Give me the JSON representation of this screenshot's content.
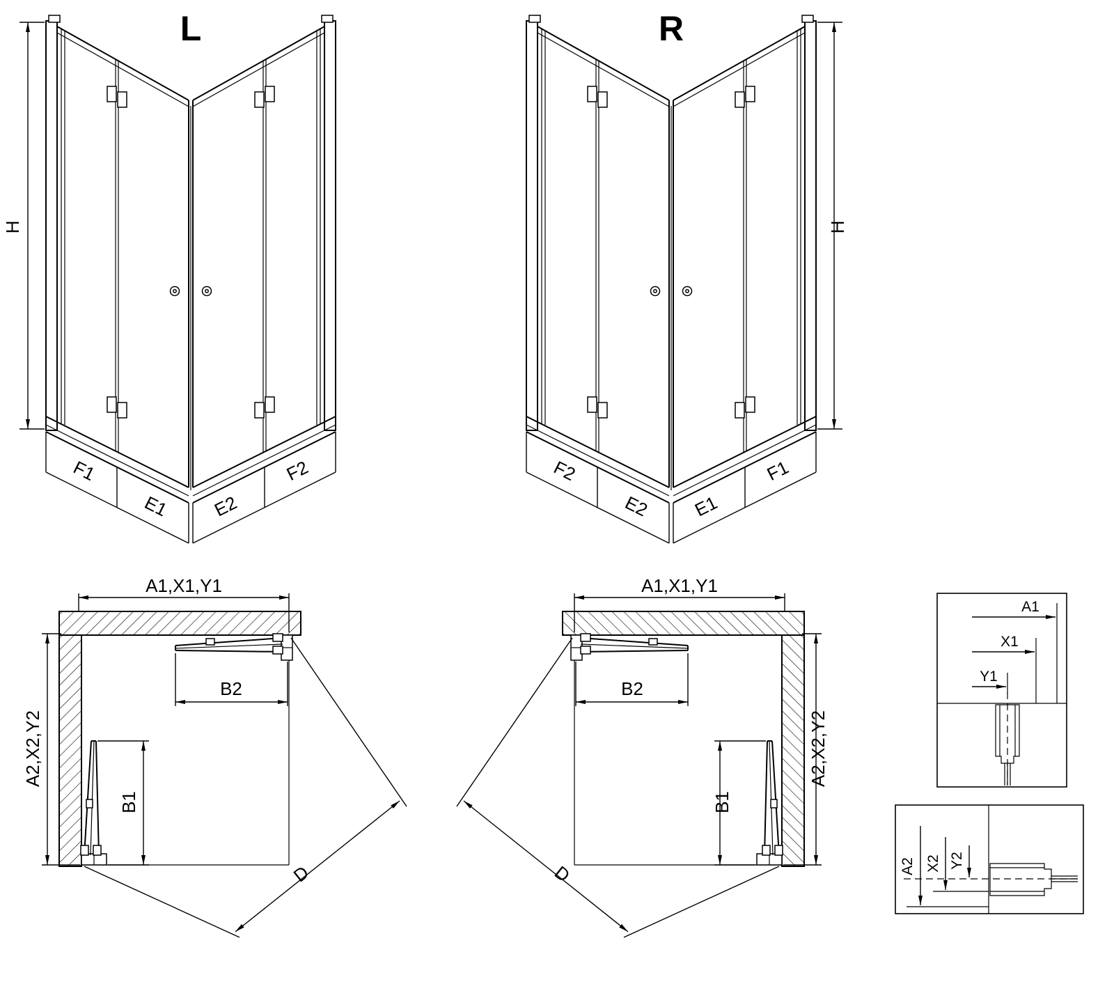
{
  "drawing": {
    "background_color": "#ffffff",
    "line_color": "#000000",
    "front_views": {
      "left": {
        "variant": "L",
        "height": "H",
        "segments": [
          "F1",
          "E1",
          "E2",
          "F2"
        ]
      },
      "right": {
        "variant": "R",
        "height": "H",
        "segments": [
          "F2",
          "E2",
          "E1",
          "F1"
        ]
      }
    },
    "plan_views": {
      "left": {
        "width": "A1,X1,Y1",
        "depth": "A2,X2,Y2",
        "door_top": "B2",
        "door_side": "B1",
        "diagonal": "D"
      },
      "right": {
        "width": "A1,X1,Y1",
        "depth": "A2,X2,Y2",
        "door_top": "B2",
        "door_side": "B1",
        "diagonal": "D"
      }
    },
    "details": {
      "horizontal": {
        "labels": [
          "A1",
          "X1",
          "Y1"
        ]
      },
      "vertical": {
        "labels": [
          "A2",
          "X2",
          "Y2"
        ]
      }
    }
  }
}
